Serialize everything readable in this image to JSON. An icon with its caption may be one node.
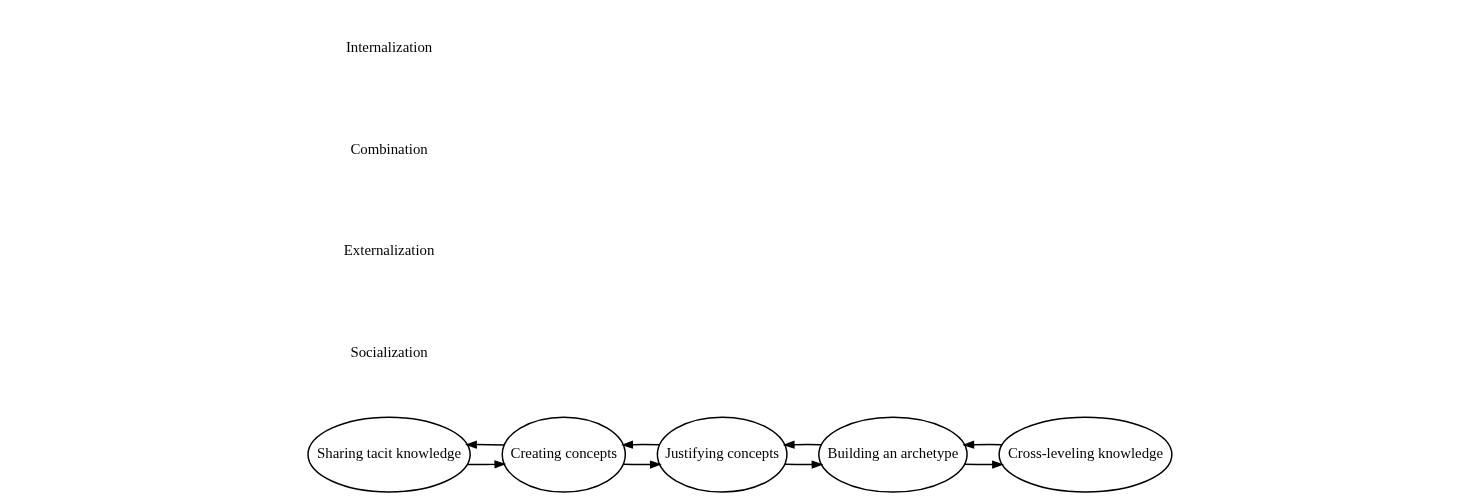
{
  "diagram": {
    "nodes": [
      {
        "text": [
          "Sharing tacit knowledge"
        ]
      },
      {
        "text": [
          "Creating concepts"
        ]
      },
      {
        "text": [
          "Justifying concepts"
        ]
      },
      {
        "text": [
          "Building an archetype"
        ]
      },
      {
        "text": [
          "Cross-leveling knowledge"
        ]
      }
    ],
    "edges": [
      {
        "from": 0,
        "to": 1,
        "arrow": "to"
      },
      {
        "from": 1,
        "to": 2,
        "arrow": "to"
      },
      {
        "from": 2,
        "to": 3,
        "arrow": "to"
      },
      {
        "from": 3,
        "to": 4,
        "arrow": "to"
      },
      {
        "from": 1,
        "to": 0,
        "arrow": "to"
      },
      {
        "from": 2,
        "to": 1,
        "arrow": "to"
      },
      {
        "from": 3,
        "to": 2,
        "arrow": "to"
      },
      {
        "from": 4,
        "to": 3,
        "arrow": "to"
      }
    ],
    "labels": [
      "Socialization",
      "Externalization",
      "Combination",
      "Internalization"
    ]
  }
}
